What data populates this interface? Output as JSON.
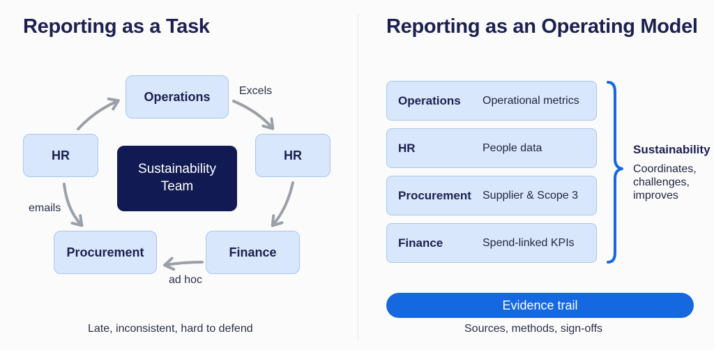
{
  "left_panel": {
    "title": "Reporting as a Task",
    "nodes": {
      "operations": "Operations",
      "hr_right": "HR",
      "hr_left": "HR",
      "procurement": "Procurement",
      "finance": "Finance",
      "center": "Sustainability Team"
    },
    "arrow_labels": {
      "excels": "Excels",
      "emails": "emails",
      "ad_hoc": "ad hoc"
    },
    "caption": "Late, inconsistent, hard to defend"
  },
  "right_panel": {
    "title": "Reporting as an Operating Model",
    "rows": [
      {
        "department": "Operations",
        "description": "Operational metrics"
      },
      {
        "department": "HR",
        "description": "People data"
      },
      {
        "department": "Procurement",
        "description": "Supplier & Scope 3"
      },
      {
        "department": "Finance",
        "description": "Spend-linked KPIs"
      }
    ],
    "brace": {
      "title": "Sustainability",
      "description": "Coordinates, challenges, improves"
    },
    "evidence_bar": "Evidence trail",
    "caption": "Sources, methods, sign-offs"
  },
  "colors": {
    "node_fill": "#d8e7fb",
    "node_border": "#a9c6ec",
    "center_fill": "#111a52",
    "accent_blue": "#1568e0",
    "arrow_gray": "#9aa0a8"
  }
}
